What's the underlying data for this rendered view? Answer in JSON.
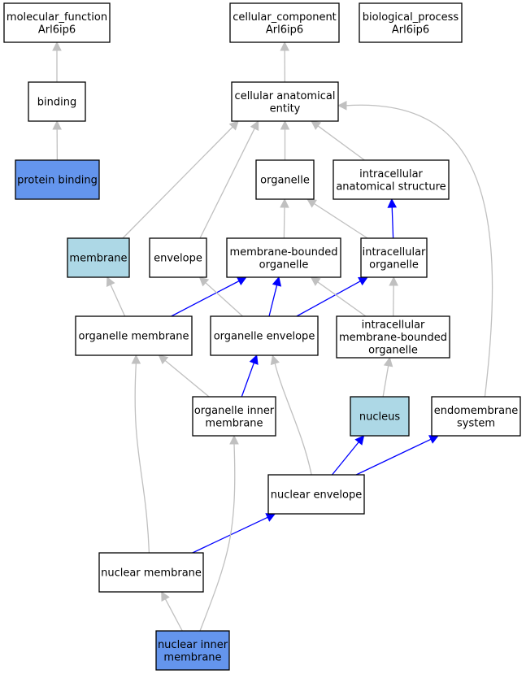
{
  "colors": {
    "default_fill": "#ffffff",
    "highlight_fill": "#6495ed",
    "secondary_fill": "#add8e6",
    "is_a_edge": "#c0c0c0",
    "part_of_edge": "#0000ff"
  },
  "nodes": [
    {
      "id": "molecular_function",
      "lines": [
        "molecular_function",
        "Arl6ip6"
      ],
      "style": "default"
    },
    {
      "id": "cellular_component",
      "lines": [
        "cellular_component",
        "Arl6ip6"
      ],
      "style": "default"
    },
    {
      "id": "biological_process",
      "lines": [
        "biological_process",
        "Arl6ip6"
      ],
      "style": "default"
    },
    {
      "id": "binding",
      "lines": [
        "binding"
      ],
      "style": "default"
    },
    {
      "id": "cellular_anatomical_entity",
      "lines": [
        "cellular anatomical",
        "entity"
      ],
      "style": "default"
    },
    {
      "id": "protein_binding",
      "lines": [
        "protein binding"
      ],
      "style": "highlight"
    },
    {
      "id": "organelle",
      "lines": [
        "organelle"
      ],
      "style": "default"
    },
    {
      "id": "intracellular_anatomical_structure",
      "lines": [
        "intracellular",
        "anatomical structure"
      ],
      "style": "default"
    },
    {
      "id": "membrane",
      "lines": [
        "membrane"
      ],
      "style": "secondary"
    },
    {
      "id": "envelope",
      "lines": [
        "envelope"
      ],
      "style": "default"
    },
    {
      "id": "membrane_bounded_organelle",
      "lines": [
        "membrane-bounded",
        "organelle"
      ],
      "style": "default"
    },
    {
      "id": "intracellular_organelle",
      "lines": [
        "intracellular",
        "organelle"
      ],
      "style": "default"
    },
    {
      "id": "organelle_membrane",
      "lines": [
        "organelle membrane"
      ],
      "style": "default"
    },
    {
      "id": "organelle_envelope",
      "lines": [
        "organelle envelope"
      ],
      "style": "default"
    },
    {
      "id": "intracellular_mb_organelle",
      "lines": [
        "intracellular",
        "membrane-bounded",
        "organelle"
      ],
      "style": "default"
    },
    {
      "id": "organelle_inner_membrane",
      "lines": [
        "organelle inner",
        "membrane"
      ],
      "style": "default"
    },
    {
      "id": "nucleus",
      "lines": [
        "nucleus"
      ],
      "style": "secondary"
    },
    {
      "id": "endomembrane_system",
      "lines": [
        "endomembrane",
        "system"
      ],
      "style": "default"
    },
    {
      "id": "nuclear_envelope",
      "lines": [
        "nuclear envelope"
      ],
      "style": "default"
    },
    {
      "id": "nuclear_membrane",
      "lines": [
        "nuclear membrane"
      ],
      "style": "default"
    },
    {
      "id": "nuclear_inner_membrane",
      "lines": [
        "nuclear inner",
        "membrane"
      ],
      "style": "highlight"
    }
  ],
  "edges": [
    {
      "from": "binding",
      "to": "molecular_function",
      "type": "is_a"
    },
    {
      "from": "protein_binding",
      "to": "binding",
      "type": "is_a"
    },
    {
      "from": "cellular_anatomical_entity",
      "to": "cellular_component",
      "type": "is_a"
    },
    {
      "from": "organelle",
      "to": "cellular_anatomical_entity",
      "type": "is_a"
    },
    {
      "from": "intracellular_anatomical_structure",
      "to": "cellular_anatomical_entity",
      "type": "is_a"
    },
    {
      "from": "membrane",
      "to": "cellular_anatomical_entity",
      "type": "is_a"
    },
    {
      "from": "envelope",
      "to": "cellular_anatomical_entity",
      "type": "is_a"
    },
    {
      "from": "endomembrane_system",
      "to": "cellular_anatomical_entity",
      "type": "is_a"
    },
    {
      "from": "membrane_bounded_organelle",
      "to": "organelle",
      "type": "is_a"
    },
    {
      "from": "intracellular_organelle",
      "to": "organelle",
      "type": "is_a"
    },
    {
      "from": "intracellular_organelle",
      "to": "intracellular_anatomical_structure",
      "type": "part_of"
    },
    {
      "from": "organelle_membrane",
      "to": "membrane",
      "type": "is_a"
    },
    {
      "from": "organelle_membrane",
      "to": "membrane_bounded_organelle",
      "type": "part_of"
    },
    {
      "from": "organelle_envelope",
      "to": "envelope",
      "type": "is_a"
    },
    {
      "from": "organelle_envelope",
      "to": "membrane_bounded_organelle",
      "type": "part_of"
    },
    {
      "from": "organelle_envelope",
      "to": "intracellular_organelle",
      "type": "part_of"
    },
    {
      "from": "intracellular_mb_organelle",
      "to": "membrane_bounded_organelle",
      "type": "is_a"
    },
    {
      "from": "intracellular_mb_organelle",
      "to": "intracellular_organelle",
      "type": "is_a"
    },
    {
      "from": "organelle_inner_membrane",
      "to": "organelle_membrane",
      "type": "is_a"
    },
    {
      "from": "organelle_inner_membrane",
      "to": "organelle_envelope",
      "type": "part_of"
    },
    {
      "from": "nucleus",
      "to": "intracellular_mb_organelle",
      "type": "is_a"
    },
    {
      "from": "nuclear_envelope",
      "to": "organelle_envelope",
      "type": "is_a"
    },
    {
      "from": "nuclear_envelope",
      "to": "nucleus",
      "type": "part_of"
    },
    {
      "from": "nuclear_envelope",
      "to": "endomembrane_system",
      "type": "part_of"
    },
    {
      "from": "nuclear_membrane",
      "to": "organelle_membrane",
      "type": "is_a"
    },
    {
      "from": "nuclear_membrane",
      "to": "nuclear_envelope",
      "type": "part_of"
    },
    {
      "from": "nuclear_inner_membrane",
      "to": "nuclear_membrane",
      "type": "is_a"
    },
    {
      "from": "nuclear_inner_membrane",
      "to": "organelle_inner_membrane",
      "type": "is_a"
    }
  ]
}
